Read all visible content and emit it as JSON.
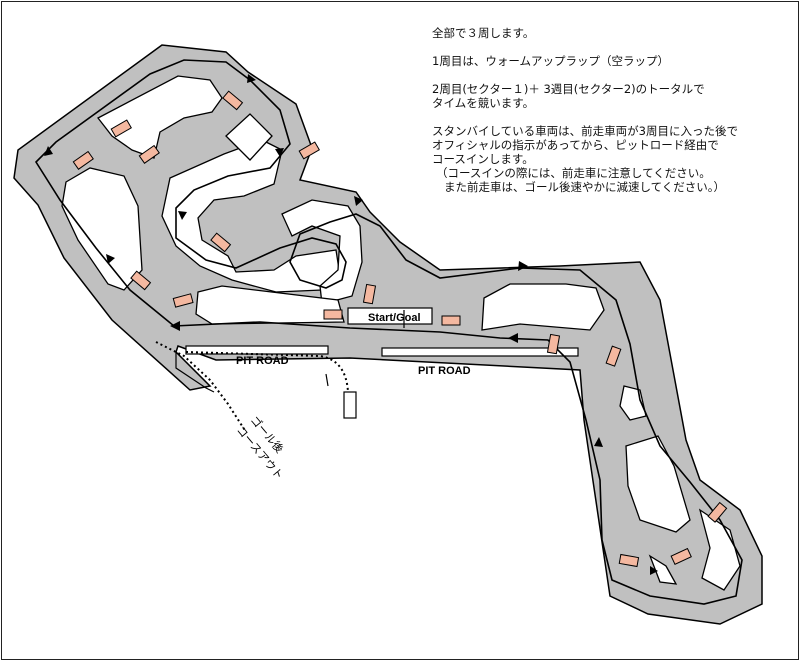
{
  "notes": {
    "line1": "全部で３周します。",
    "line2": "1周目は、ウォームアップラップ（空ラップ）",
    "line3": "2周目(セクター１)＋ 3週目(セクター2)のトータルで",
    "line4": "タイムを競います。",
    "line5": "スタンバイしている車両は、前走車両が3周目に入った後で",
    "line6": "オフィシャルの指示があってから、ピットロード経由で",
    "line7": "コースインします。",
    "line8": "（コースインの際には、前走車に注意してください。",
    "line9": "また前走車は、ゴール後速やかに減速してください。）"
  },
  "labels": {
    "start_goal": "Start/Goal",
    "pit_road_left": "PIT ROAD",
    "pit_road_right": "PIT ROAD",
    "exit_line1": "ゴール後",
    "exit_line2": "コースアウト"
  },
  "colors": {
    "track": "#c0c0c0",
    "outline": "#000000",
    "marker": "#f4b8a0",
    "background": "#ffffff"
  }
}
